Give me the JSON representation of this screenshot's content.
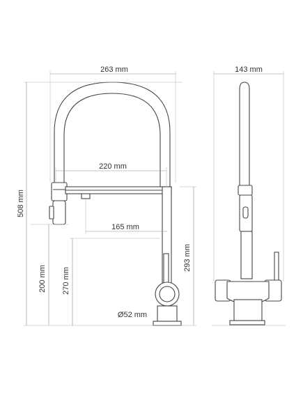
{
  "dimensions": {
    "overall_width": "263 mm",
    "side_depth": "143 mm",
    "spout_reach_top": "220 mm",
    "spout_reach_bottom": "165 mm",
    "total_height": "508 mm",
    "body_height_200": "200 mm",
    "body_height_270": "270 mm",
    "body_height_293": "293 mm",
    "base_diameter": "Ø52 mm"
  },
  "colors": {
    "line": "#444444",
    "dimension": "#8a8a8a"
  }
}
